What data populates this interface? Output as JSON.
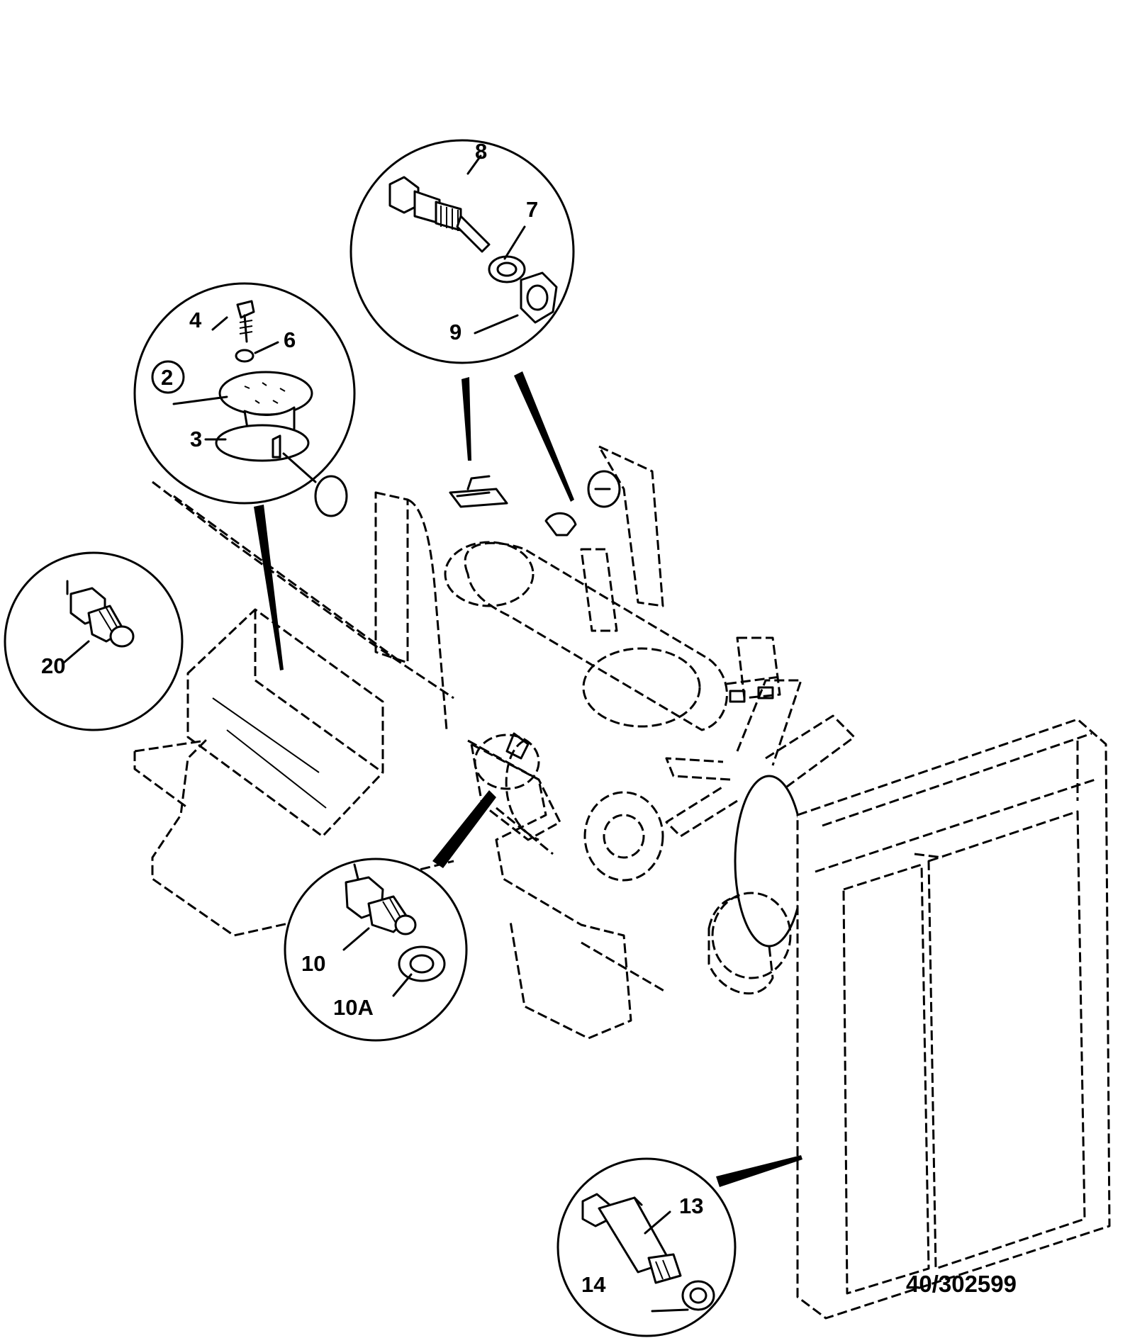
{
  "drawing_code": "40/302599",
  "callouts": {
    "c2": "2",
    "c3": "3",
    "c4": "4",
    "c6": "6",
    "c7": "7",
    "c8": "8",
    "c9": "9",
    "c10": "10",
    "c10a": "10A",
    "c13": "13",
    "c14": "14",
    "c20": "20"
  }
}
